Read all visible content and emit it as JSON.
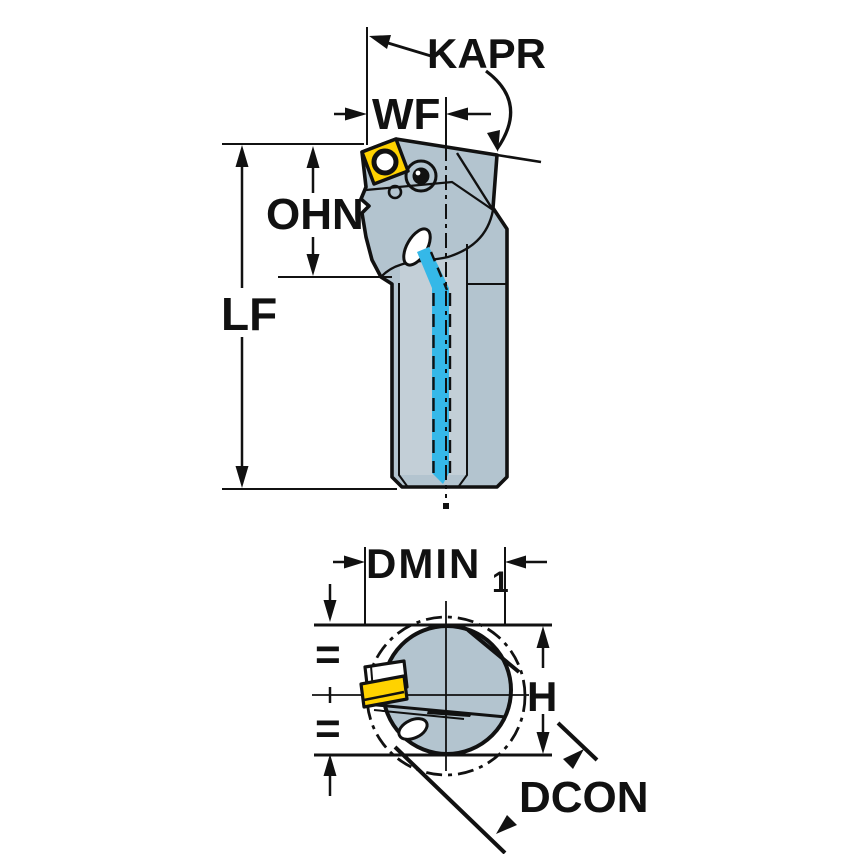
{
  "diagram": {
    "labels": {
      "kapr": "KAPR",
      "wf": "WF",
      "ohn": "OHN",
      "lf": "LF",
      "dmin": "DMIN",
      "dmin_sub": "1",
      "h": "H",
      "dcon": "DCON",
      "equal": "="
    },
    "colors": {
      "background": "#ffffff",
      "line": "#111111",
      "body": "#b3c4cf",
      "body_light": "#c3cfd7",
      "insert": "#ffd200",
      "coolant": "#35b8e8"
    }
  }
}
